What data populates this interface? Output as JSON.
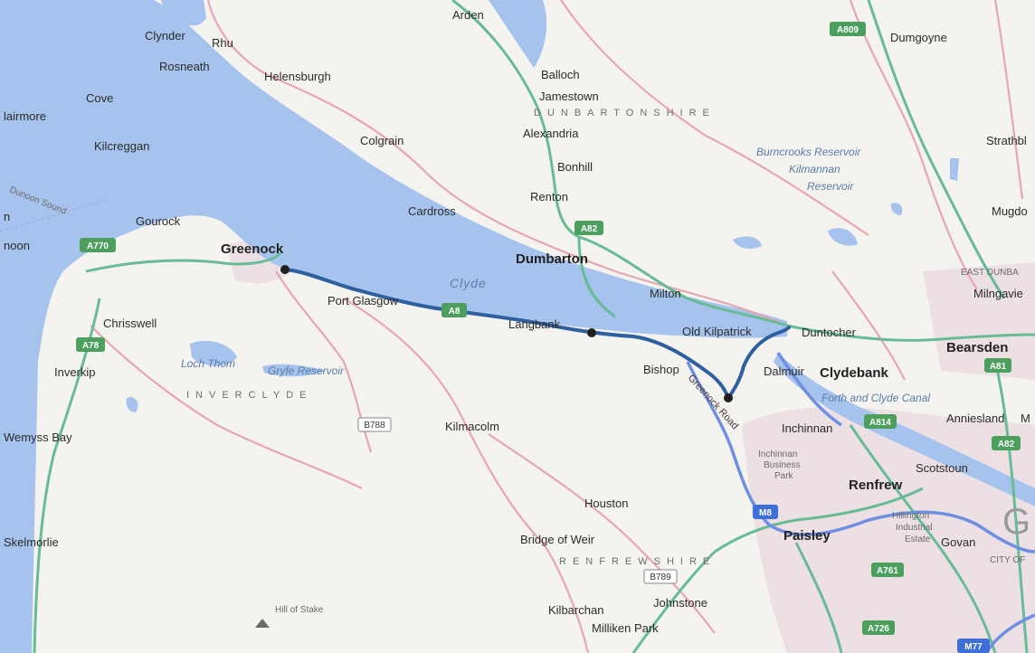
{
  "map": {
    "colors": {
      "land": "#f4f3ef",
      "water": "#a5c3ec",
      "green_road": "#67bb95",
      "pink_road": "#e6a7b0",
      "motorway": "#6f8fe0",
      "route": "#2e5f9e",
      "urban": "#ecdee2"
    },
    "towns": [
      {
        "name": "Arden"
      },
      {
        "name": "Clynder"
      },
      {
        "name": "Rhu"
      },
      {
        "name": "Rosneath"
      },
      {
        "name": "Helensburgh"
      },
      {
        "name": "Cove"
      },
      {
        "name": "lairmore"
      },
      {
        "name": "Kilcreggan"
      },
      {
        "name": "Balloch"
      },
      {
        "name": "Jamestown"
      },
      {
        "name": "Alexandria"
      },
      {
        "name": "Bonhill"
      },
      {
        "name": "Renton"
      },
      {
        "name": "Colgrain"
      },
      {
        "name": "Cardross"
      },
      {
        "name": "Dumgoyne"
      },
      {
        "name": "Strathbl"
      },
      {
        "name": "Mugdo"
      },
      {
        "name": "Gourock"
      },
      {
        "name": "noon"
      },
      {
        "name": "n"
      },
      {
        "name": "Greenock"
      },
      {
        "name": "Port Glasgow"
      },
      {
        "name": "Dumbarton"
      },
      {
        "name": "Milton"
      },
      {
        "name": "Langbank"
      },
      {
        "name": "Old Kilpatrick"
      },
      {
        "name": "Duntocher"
      },
      {
        "name": "Milngavie"
      },
      {
        "name": "Bearsden"
      },
      {
        "name": "Chrisswell"
      },
      {
        "name": "Inverkip"
      },
      {
        "name": "Bishop"
      },
      {
        "name": "Dalmuir"
      },
      {
        "name": "Clydebank"
      },
      {
        "name": "Wemyss Bay"
      },
      {
        "name": "Kilmacolm"
      },
      {
        "name": "Inchinnan"
      },
      {
        "name": "Anniesland"
      },
      {
        "name": "M"
      },
      {
        "name": "Scotstoun"
      },
      {
        "name": "Renfrew"
      },
      {
        "name": "Houston"
      },
      {
        "name": "Paisley"
      },
      {
        "name": "Govan"
      },
      {
        "name": "Bridge of Weir"
      },
      {
        "name": "Skelmorlie"
      },
      {
        "name": "Johnstone"
      },
      {
        "name": "Kilbarchan"
      },
      {
        "name": "Milliken Park"
      },
      {
        "name": "G"
      }
    ],
    "regions": [
      {
        "name": "DUNBARTONSHIRE"
      },
      {
        "name": "INVERCLYDE"
      },
      {
        "name": "RENFREWSHIRE"
      },
      {
        "name": "EAST DUNBA"
      }
    ],
    "water_labels": [
      {
        "name": "Clyde"
      },
      {
        "name": "Burncrooks Reservoir"
      },
      {
        "name": "Kilmannan"
      },
      {
        "name": "Reservoir"
      },
      {
        "name": "Loch Thom"
      },
      {
        "name": "Gryfe Reservoir"
      },
      {
        "name": "Forth and Clyde Canal"
      },
      {
        "name": "Dunoon Sound"
      }
    ],
    "misc_labels": [
      {
        "name": "Hill of Stake"
      },
      {
        "name": "Inchinnan"
      },
      {
        "name": "Business"
      },
      {
        "name": "Park"
      },
      {
        "name": "Hillington"
      },
      {
        "name": "Industrial"
      },
      {
        "name": "Estate"
      },
      {
        "name": "CITY OF"
      }
    ],
    "road_shields": [
      {
        "ref": "A809"
      },
      {
        "ref": "A82"
      },
      {
        "ref": "A770"
      },
      {
        "ref": "A8"
      },
      {
        "ref": "A78"
      },
      {
        "ref": "A814"
      },
      {
        "ref": "A81"
      },
      {
        "ref": "A82"
      },
      {
        "ref": "M8"
      },
      {
        "ref": "A761"
      },
      {
        "ref": "A726"
      },
      {
        "ref": "M77"
      }
    ],
    "b_roads": [
      {
        "ref": "B788"
      },
      {
        "ref": "B789"
      }
    ],
    "street_label": "Greenock Road"
  }
}
